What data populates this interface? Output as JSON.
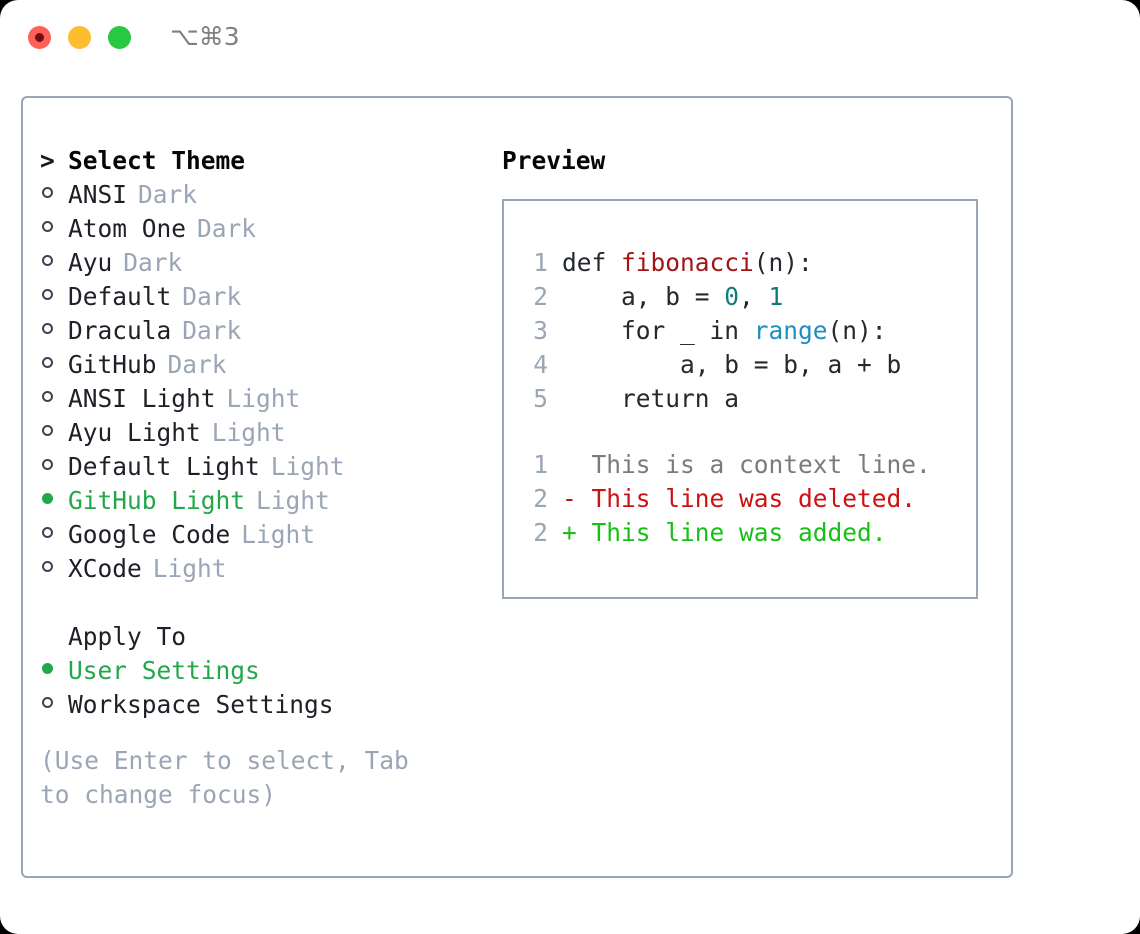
{
  "window": {
    "shortcut": "⌥⌘3",
    "traffic_lights": [
      "close",
      "minimize",
      "maximize"
    ]
  },
  "left": {
    "header": {
      "caret": ">",
      "title": "Select Theme"
    },
    "themes": [
      {
        "marker": "○",
        "name": "ANSI",
        "variant": "Dark",
        "selected": false
      },
      {
        "marker": "○",
        "name": "Atom One",
        "variant": "Dark",
        "selected": false
      },
      {
        "marker": "○",
        "name": "Ayu",
        "variant": "Dark",
        "selected": false
      },
      {
        "marker": "○",
        "name": "Default",
        "variant": "Dark",
        "selected": false
      },
      {
        "marker": "○",
        "name": "Dracula",
        "variant": "Dark",
        "selected": false
      },
      {
        "marker": "○",
        "name": "GitHub",
        "variant": "Dark",
        "selected": false
      },
      {
        "marker": "○",
        "name": "ANSI Light",
        "variant": "Light",
        "selected": false
      },
      {
        "marker": "○",
        "name": "Ayu Light",
        "variant": "Light",
        "selected": false
      },
      {
        "marker": "○",
        "name": "Default Light",
        "variant": "Light",
        "selected": false
      },
      {
        "marker": "●",
        "name": "GitHub Light",
        "variant": "Light",
        "selected": true
      },
      {
        "marker": "○",
        "name": "Google Code",
        "variant": "Light",
        "selected": false
      },
      {
        "marker": "○",
        "name": "XCode",
        "variant": "Light",
        "selected": false
      }
    ],
    "apply_to": {
      "heading": "Apply To",
      "options": [
        {
          "marker": "●",
          "label": "User Settings",
          "selected": true
        },
        {
          "marker": "○",
          "label": "Workspace Settings",
          "selected": false
        }
      ]
    },
    "hint": "(Use Enter to select, Tab to change focus)"
  },
  "right": {
    "title": "Preview",
    "code": [
      {
        "no": "1",
        "tokens": [
          {
            "t": "def ",
            "c": "tok-def"
          },
          {
            "t": "fibonacci",
            "c": "tok-func"
          },
          {
            "t": "(n):",
            "c": "tok-plain"
          }
        ]
      },
      {
        "no": "2",
        "tokens": [
          {
            "t": "    a, b = ",
            "c": "tok-plain"
          },
          {
            "t": "0",
            "c": "tok-num"
          },
          {
            "t": ", ",
            "c": "tok-plain"
          },
          {
            "t": "1",
            "c": "tok-num"
          }
        ]
      },
      {
        "no": "3",
        "tokens": [
          {
            "t": "    for _ in ",
            "c": "tok-plain"
          },
          {
            "t": "range",
            "c": "tok-builtin"
          },
          {
            "t": "(n):",
            "c": "tok-plain"
          }
        ]
      },
      {
        "no": "4",
        "tokens": [
          {
            "t": "        a, b = b, a + b",
            "c": "tok-plain"
          }
        ]
      },
      {
        "no": "5",
        "tokens": [
          {
            "t": "    return a",
            "c": "tok-plain"
          }
        ]
      }
    ],
    "diff": [
      {
        "no": "1",
        "sign": " ",
        "text": "This is a context line.",
        "kind": "diff-context"
      },
      {
        "no": "2",
        "sign": "-",
        "text": "This line was deleted.",
        "kind": "diff-del"
      },
      {
        "no": "2",
        "sign": "+",
        "text": "This line was added.",
        "kind": "diff-add"
      }
    ]
  },
  "colors": {
    "accent_green": "#22a84a",
    "muted": "#9aa5b5",
    "border": "#9aa5b5",
    "text": "#1d2027",
    "diff_add": "#17c017",
    "diff_del": "#cc1111",
    "syntax_function": "#a31515",
    "syntax_number": "#117a7a",
    "syntax_builtin": "#1d8fc4"
  }
}
